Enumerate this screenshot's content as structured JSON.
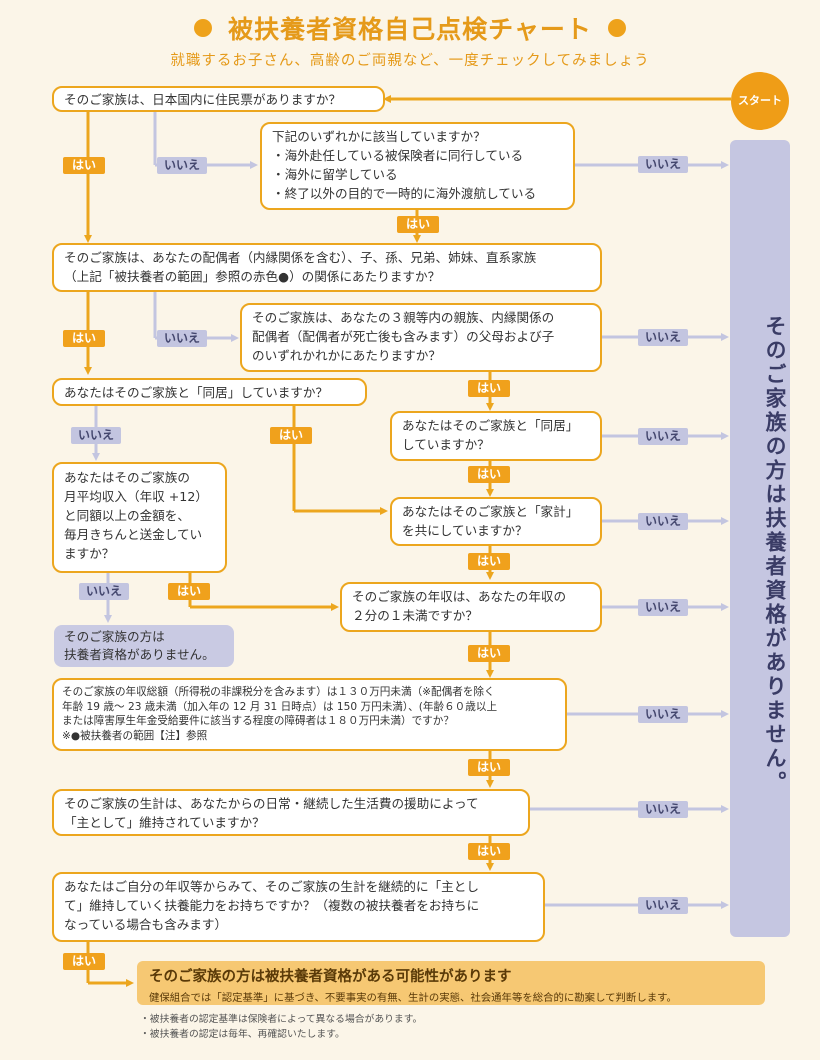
{
  "title": "被扶養者資格自己点検チャート",
  "subtitle": "就職するお子さん、高齢のご両親など、一度チェックしてみましょう",
  "start_label": "スタート",
  "yes_label": "はい",
  "no_label": "いいえ",
  "right_result": "そのご家族の方は扶養者資格がありません。",
  "q1": "そのご家族は、日本国内に住民票がありますか？",
  "q2": {
    "line1": "下記のいずれかに該当していますか？",
    "line2": "・海外赴任している被保険者に同行している",
    "line3": "・海外に留学している",
    "line4": "・終了以外の目的で一時的に海外渡航している"
  },
  "q3": {
    "line1": "そのご家族は、あなたの配偶者（内縁関係を含む）、子、孫、兄弟、姉妹、直系家族",
    "line2": "（上記「被扶養者の範囲」参照の赤色●）の関係にあたりますか？"
  },
  "q4": {
    "line1": "そのご家族は、あなたの３親等内の親族、内縁関係の",
    "line2": "配偶者（配偶者が死亡後も含みます）の父母および子",
    "line3": "のいずれかれかにあたりますか？"
  },
  "q5": "あなたはそのご家族と「同居」していますか？",
  "q6": {
    "line1": "あなたはそのご家族と「同居」",
    "line2": "していますか？"
  },
  "q7": {
    "line1": "あなたはそのご家族の",
    "line2": "月平均収入（年収 +12）",
    "line3": "と同額以上の金額を、",
    "line4": "毎月きちんと送金してい",
    "line5": "ますか？"
  },
  "q8": {
    "line1": "あなたはそのご家族と「家計」",
    "line2": "を共にしていますか？"
  },
  "q9": {
    "line1": "そのご家族の年収は、あなたの年収の",
    "line2": "２分の１未満ですか？"
  },
  "result_none": {
    "line1": "そのご家族の方は",
    "line2": "扶養者資格がありません。"
  },
  "q10": {
    "line1": "そのご家族の年収総額（所得税の非課税分を含みます）は１３０万円未満（※配偶者を除く",
    "line2": "年齢 19 歳〜 23 歳未満（加入年の 12 月 31 日時点）は 150 万円未満）、(年齢６０歳以上",
    "line3": "または障害厚生年金受給要件に該当する程度の障碍者は１８０万円未満）ですか？",
    "line4": "※●被扶養者の範囲【注】参照"
  },
  "q11": {
    "line1": "そのご家族の生計は、あなたからの日常・継続した生活費の援助によって",
    "line2": "「主として」維持されていますか？"
  },
  "q12": {
    "line1": "あなたはご自分の年収等からみて、そのご家族の生計を継続的に「主とし",
    "line2": "て」維持していく扶養能力をお持ちですか？（複数の被扶養者をお持ちに",
    "line3": "なっている場合も含みます）"
  },
  "final": {
    "main": "そのご家族の方は被扶養者資格がある可能性があります",
    "sub": "健保組合では「認定基準」に基づき、不要事実の有無、生計の実態、社会通年等を総合的に勘案して判断します。"
  },
  "notes": {
    "n1": "・被扶養者の認定基準は保険者によって異なる場合があります。",
    "n2": "・被扶養者の認定は毎年、再確認いたします。"
  },
  "colors": {
    "orange": "#eca61e",
    "lavender": "#c3c5e0",
    "background": "#fbf5e8"
  }
}
